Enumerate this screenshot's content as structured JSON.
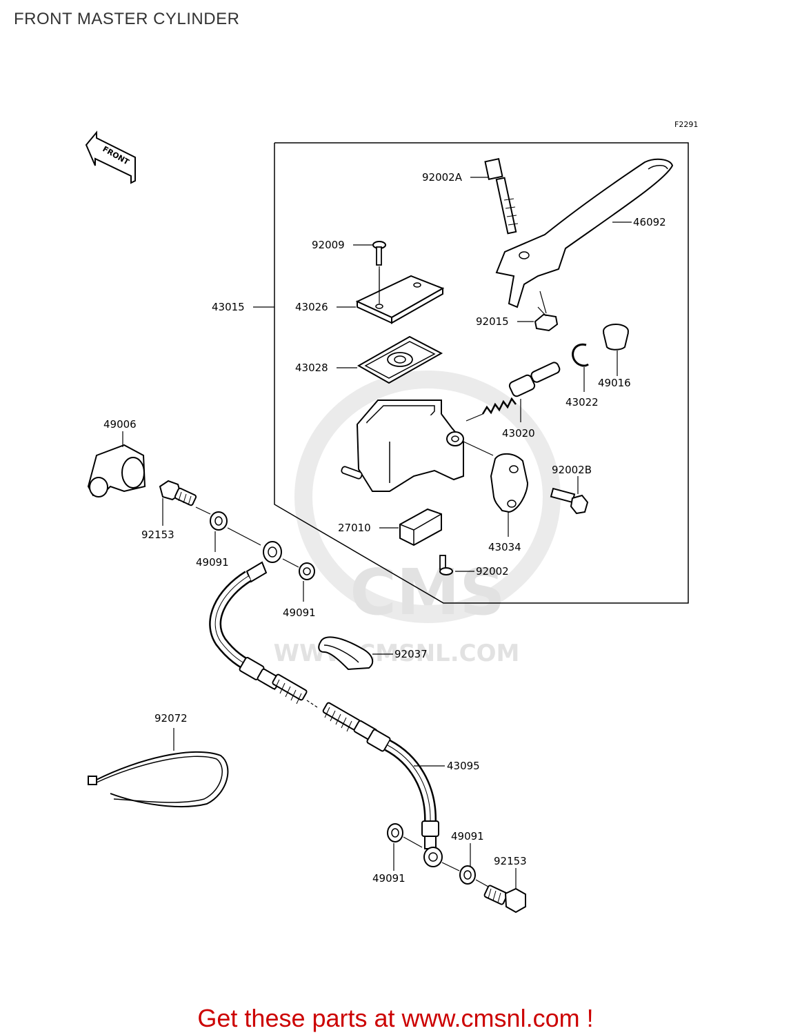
{
  "title": "FRONT MASTER CYLINDER",
  "figure_code": "F2291",
  "front_arrow": "FRONT",
  "watermark": {
    "brand": "CMS",
    "url": "WWW.CMSNL.COM"
  },
  "parts": {
    "p92002A": "92002A",
    "p46092": "46092",
    "p92009": "92009",
    "p43015": "43015",
    "p43026": "43026",
    "p92015": "92015",
    "p43028": "43028",
    "p49016": "49016",
    "p43022": "43022",
    "p43020": "43020",
    "p49006": "49006",
    "p92002B": "92002B",
    "p92153a": "92153",
    "p27010": "27010",
    "p43034": "43034",
    "p49091a": "49091",
    "p92002": "92002",
    "p49091b": "49091",
    "p92037": "92037",
    "p92072": "92072",
    "p43095": "43095",
    "p49091c": "49091",
    "p92153b": "92153",
    "p49091d": "49091"
  },
  "footer": "Get these parts at www.cmsnl.com !"
}
